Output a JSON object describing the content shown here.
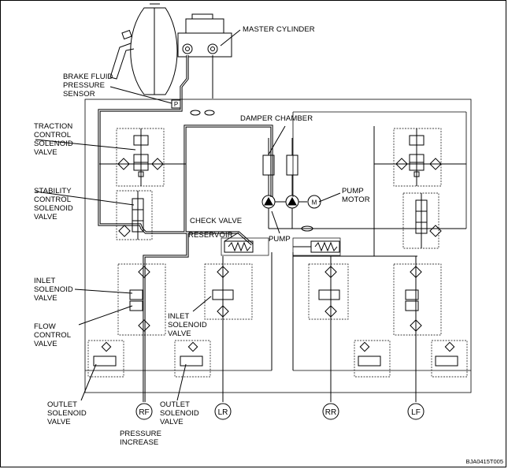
{
  "labels": {
    "master_cylinder": "MASTER CYLINDER",
    "brake_fluid_pressure_sensor": "BRAKE FLUID\nPRESSURE\nSENSOR",
    "traction_control_solenoid_valve": "TRACTION\nCONTROL\nSOLENOID\nVALVE",
    "stability_control_solenoid_valve": "STABILITY\nCONTROL\nSOLENOID\nVALVE",
    "damper_chamber": "DAMPER CHAMBER",
    "pump_motor": "PUMP\nMOTOR",
    "check_valve": "CHECK VALVE",
    "reservoir": "RESERVOIR",
    "pump": "PUMP",
    "inlet_solenoid_valve_left": "INLET\nSOLENOID\nVALVE",
    "flow_control_valve": "FLOW\nCONTROL\nVALVE",
    "inlet_solenoid_valve_mid": "INLET\nSOLENOID\nVALVE",
    "outlet_solenoid_valve_left": "OUTLET\nSOLENOID\nVALVE",
    "outlet_solenoid_valve_mid": "OUTLET\nSOLENOID\nVALVE",
    "pressure_increase": "PRESSURE\nINCREASE"
  },
  "symbols": {
    "pressure_sensor": "P",
    "motor": "M"
  },
  "ports": {
    "rf": "RF",
    "lr": "LR",
    "rr": "RR",
    "lf": "LF"
  },
  "figure_code": "BJA0415T005"
}
